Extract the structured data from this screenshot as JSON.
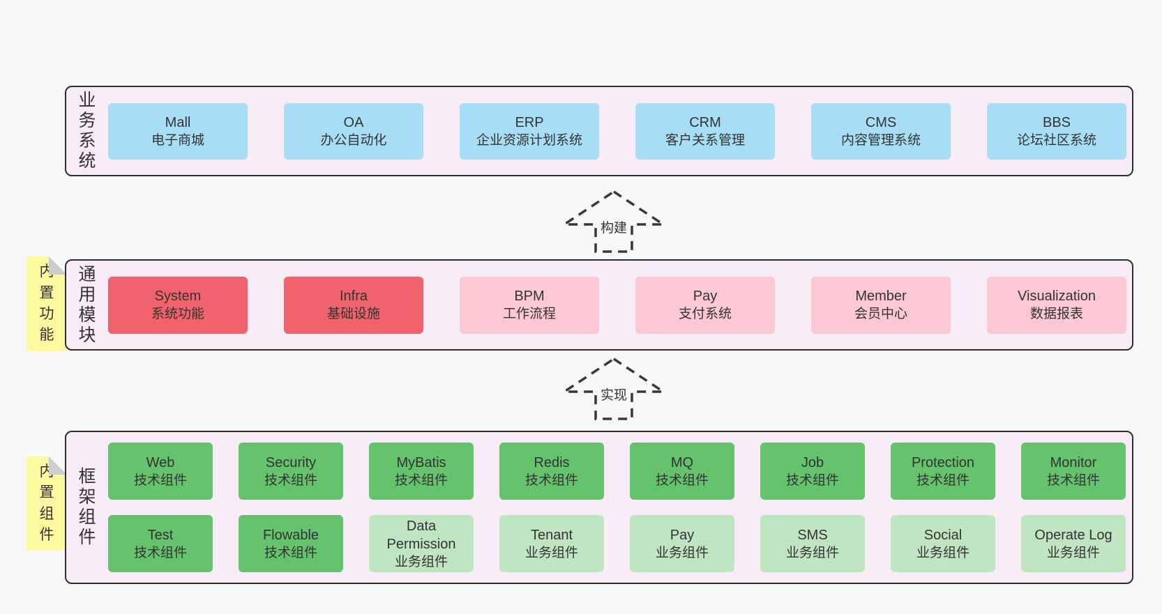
{
  "colors": {
    "page_bg": "#f8f8f8",
    "layer_bg": "#f8edf6",
    "layer_border": "#2d2d2d",
    "box_blue": "#a8def5",
    "box_red": "#f1636c",
    "box_pink": "#fbc8d3",
    "box_green": "#65c26d",
    "box_green_light": "#c0e5c2",
    "note_yellow": "#fcf9a1",
    "note_fold_gray": "#cdcdcd",
    "text": "#333333",
    "arrow_stroke": "#383838"
  },
  "arrows": {
    "build": "构建",
    "implement": "实现"
  },
  "layers": {
    "business": {
      "label": "业务系统",
      "boxes": [
        {
          "en": "Mall",
          "zh": "电子商城",
          "variant": "blue"
        },
        {
          "en": "OA",
          "zh": "办公自动化",
          "variant": "blue"
        },
        {
          "en": "ERP",
          "zh": "企业资源计划系统",
          "variant": "blue"
        },
        {
          "en": "CRM",
          "zh": "客户关系管理",
          "variant": "blue"
        },
        {
          "en": "CMS",
          "zh": "内容管理系统",
          "variant": "blue"
        },
        {
          "en": "BBS",
          "zh": "论坛社区系统",
          "variant": "blue"
        }
      ]
    },
    "modules": {
      "label": "通用模块",
      "note": "内置功能",
      "boxes": [
        {
          "en": "System",
          "zh": "系统功能",
          "variant": "red"
        },
        {
          "en": "Infra",
          "zh": "基础设施",
          "variant": "red"
        },
        {
          "en": "BPM",
          "zh": "工作流程",
          "variant": "pink"
        },
        {
          "en": "Pay",
          "zh": "支付系统",
          "variant": "pink"
        },
        {
          "en": "Member",
          "zh": "会员中心",
          "variant": "pink"
        },
        {
          "en": "Visualization",
          "zh": "数据报表",
          "variant": "pink"
        }
      ]
    },
    "framework": {
      "label": "框架组件",
      "note": "内置组件",
      "boxes": [
        {
          "en": "Web",
          "zh": "技术组件",
          "variant": "green"
        },
        {
          "en": "Security",
          "zh": "技术组件",
          "variant": "green"
        },
        {
          "en": "MyBatis",
          "zh": "技术组件",
          "variant": "green"
        },
        {
          "en": "Redis",
          "zh": "技术组件",
          "variant": "green"
        },
        {
          "en": "MQ",
          "zh": "技术组件",
          "variant": "green"
        },
        {
          "en": "Job",
          "zh": "技术组件",
          "variant": "green"
        },
        {
          "en": "Protection",
          "zh": "技术组件",
          "variant": "green"
        },
        {
          "en": "Monitor",
          "zh": "技术组件",
          "variant": "green"
        },
        {
          "en": "Test",
          "zh": "技术组件",
          "variant": "green"
        },
        {
          "en": "Flowable",
          "zh": "技术组件",
          "variant": "green"
        },
        {
          "en": "Data Permission",
          "zh": "业务组件",
          "variant": "lightgreen"
        },
        {
          "en": "Tenant",
          "zh": "业务组件",
          "variant": "lightgreen"
        },
        {
          "en": "Pay",
          "zh": "业务组件",
          "variant": "lightgreen"
        },
        {
          "en": "SMS",
          "zh": "业务组件",
          "variant": "lightgreen"
        },
        {
          "en": "Social",
          "zh": "业务组件",
          "variant": "lightgreen"
        },
        {
          "en": "Operate Log",
          "zh": "业务组件",
          "variant": "lightgreen"
        }
      ]
    }
  }
}
